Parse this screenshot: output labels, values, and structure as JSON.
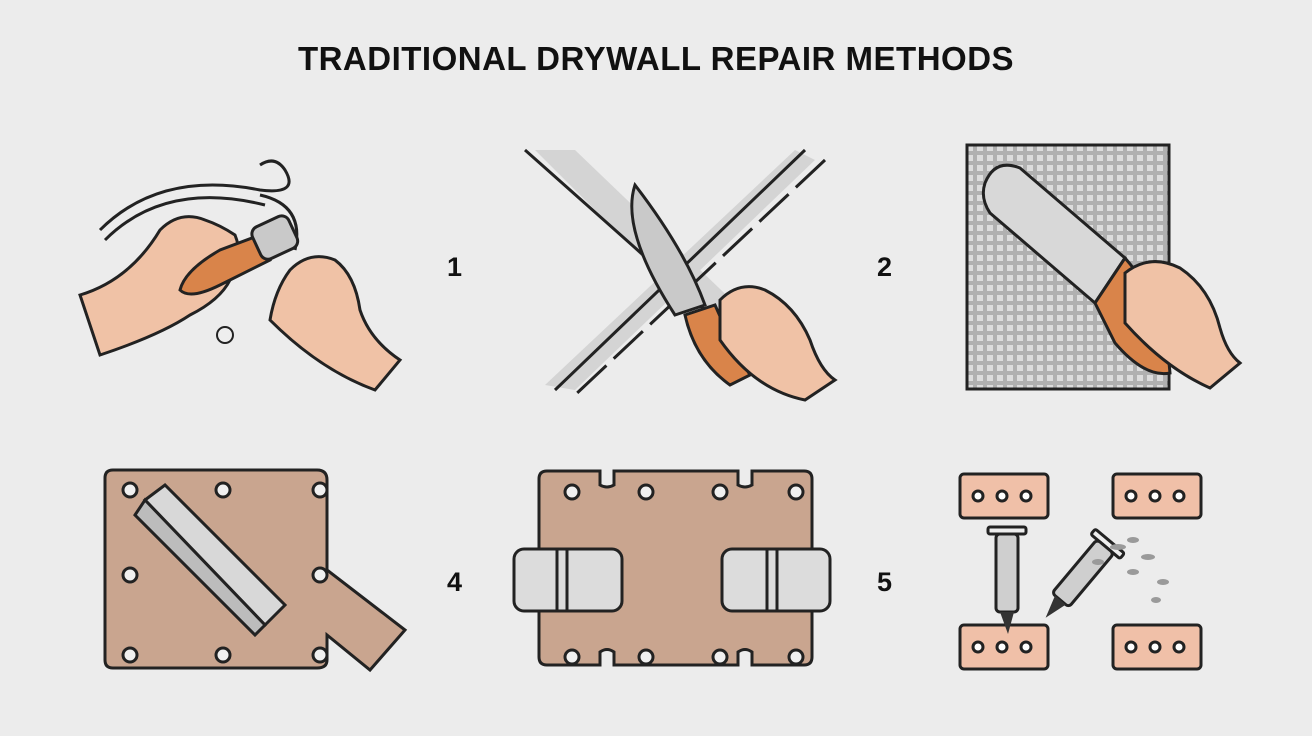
{
  "title": "TRADITIONAL DRYWALL REPAIR METHODS",
  "colors": {
    "background": "#ececec",
    "outline": "#222222",
    "skin": "#f0c2a6",
    "handle": "#d9844a",
    "metal": "#c9c9c9",
    "drywall_board": "#c9a58f",
    "patch_block": "#f0c0a8",
    "mesh": "#bdbdbd"
  },
  "steps": [
    {
      "number": "1",
      "label_visible": true,
      "illustration": "hand-sanding-with-utility-tool"
    },
    {
      "number": "2",
      "label_visible": true,
      "illustration": "knife-cutting-crossed-drywall-tape"
    },
    {
      "number": "",
      "label_visible": false,
      "illustration": "putty-knife-on-mesh-patch"
    },
    {
      "number": "4",
      "label_visible": true,
      "illustration": "straightedge-on-drywall-board"
    },
    {
      "number": "5",
      "label_visible": true,
      "illustration": "board-with-clips"
    },
    {
      "number": "",
      "label_visible": false,
      "illustration": "screws-and-anchor-blocks"
    }
  ]
}
